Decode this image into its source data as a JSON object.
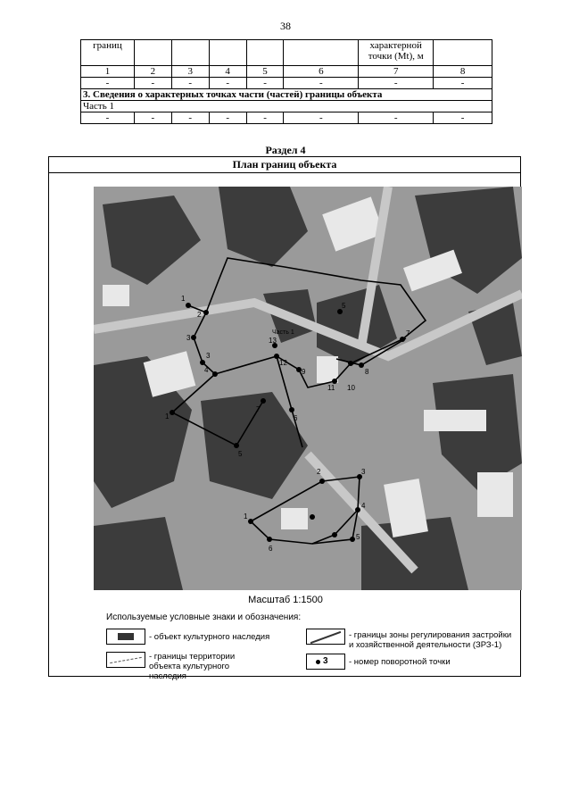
{
  "page_number": "38",
  "table": {
    "header": [
      "границ",
      "",
      "",
      "",
      "",
      "",
      "характерной точки (Mt), м",
      ""
    ],
    "numbers": [
      "1",
      "2",
      "3",
      "4",
      "5",
      "6",
      "7",
      "8"
    ],
    "dash_row": [
      "-",
      "-",
      "-",
      "-",
      "-",
      "-",
      "-",
      "-"
    ],
    "section3": "3. Сведения о характерных точках части (частей) границы объекта",
    "part1": "Часть 1",
    "dash_row2": [
      "-",
      "-",
      "-",
      "-",
      "-",
      "-",
      "-",
      "-"
    ]
  },
  "section_title": "Раздел 4",
  "plan_title": "План границ объекта",
  "map": {
    "inner_label": "Часть 1",
    "points_a": [
      "1",
      "2",
      "3",
      "4",
      "5",
      "6",
      "7",
      "8",
      "9",
      "10",
      "11",
      "12",
      "13"
    ],
    "points_b": [
      "1",
      "2",
      "3",
      "4",
      "5",
      "6"
    ]
  },
  "scale": "Масштаб 1:1500",
  "legend": {
    "title": "Используемые условные знаки и обозначения:",
    "heritage_object": "- объект культурного наследия",
    "territory_bounds": "- границы территории объекта культурного наследия",
    "zone_bounds": "- границы зоны регулирования застройки и хозяйственной деятельности (ЗРЗ-1)",
    "point_number": "- номер поворотной точки",
    "point_example": "3"
  },
  "colors": {
    "map_bg": "#9a9a9a",
    "map_dark": "#3c3c3c",
    "map_light": "#e8e8e8"
  }
}
